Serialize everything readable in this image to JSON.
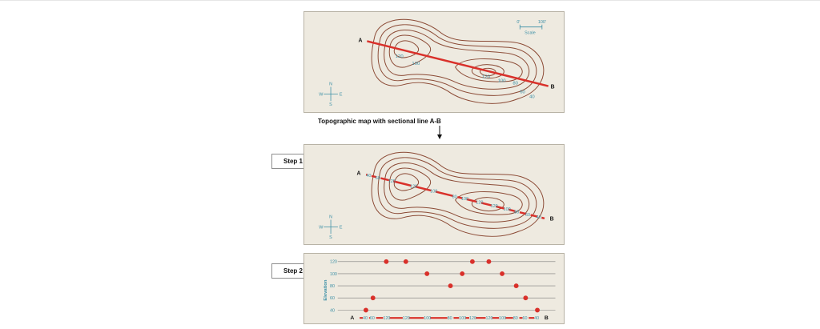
{
  "caption": "Topographic map with sectional line A-B",
  "steps": {
    "step1": "Step 1",
    "step2": "Step 2"
  },
  "compass": {
    "n": "N",
    "s": "S",
    "e": "E",
    "w": "W"
  },
  "scale": {
    "start": "0'",
    "end": "100'",
    "label": "Scale"
  },
  "endpoints": {
    "a": "A",
    "b": "B"
  },
  "contours_top": {
    "c120_left": "120",
    "c100": "100",
    "c120_right": "120",
    "c100_right": "100",
    "c80": "80",
    "c60": "60",
    "c40": "40"
  },
  "intersections": [
    "40",
    "60",
    "120",
    "120",
    "100",
    "80",
    "100",
    "120",
    "120",
    "100",
    "80",
    "60",
    "40"
  ],
  "profile": {
    "ylabel": "Elevation",
    "levels": [
      "120",
      "100",
      "80",
      "60",
      "40"
    ],
    "points": [
      40,
      60,
      120,
      120,
      100,
      80,
      100,
      120,
      120,
      100,
      80,
      60,
      40
    ]
  },
  "colors": {
    "section": "#d9302a",
    "contour": "#8b4a35",
    "label": "#3b8fa6",
    "panel": "#eeeae0"
  }
}
